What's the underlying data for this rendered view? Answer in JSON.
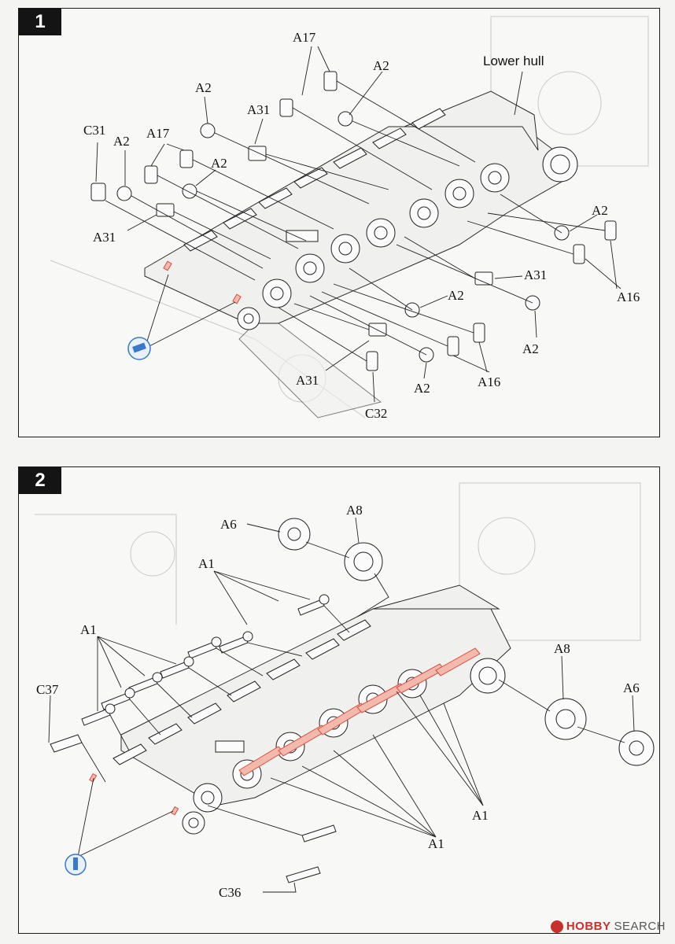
{
  "steps": [
    {
      "number": "1",
      "labels": {
        "A17_top": "A17",
        "A2_top": "A2",
        "lower_hull": "Lower hull",
        "A2_left1": "A2",
        "A31_top": "A31",
        "C31": "C31",
        "A2_left2": "A2",
        "A17_left": "A17",
        "A2_mid": "A2",
        "A31_left": "A31",
        "A2_right": "A2",
        "A16_right": "A16",
        "A31_right": "A31",
        "A2_lower": "A2",
        "A2_lower_right": "A2",
        "A16_bottom": "A16",
        "A31_bottom": "A31",
        "A2_bottom": "A2",
        "C32": "C32"
      }
    },
    {
      "number": "2",
      "labels": {
        "A6_top": "A6",
        "A8_top": "A8",
        "A1_top": "A1",
        "A1_left": "A1",
        "C37": "C37",
        "A8_right": "A8",
        "A6_right": "A6",
        "A1_right": "A1",
        "A1_bottom": "A1",
        "C36": "C36"
      }
    }
  ],
  "watermark": {
    "hobby": "HOBBY",
    "search": "SEARCH"
  },
  "icons": {
    "glue": "glue-icon",
    "watermark_logo": "hobby-search-logo-icon"
  }
}
